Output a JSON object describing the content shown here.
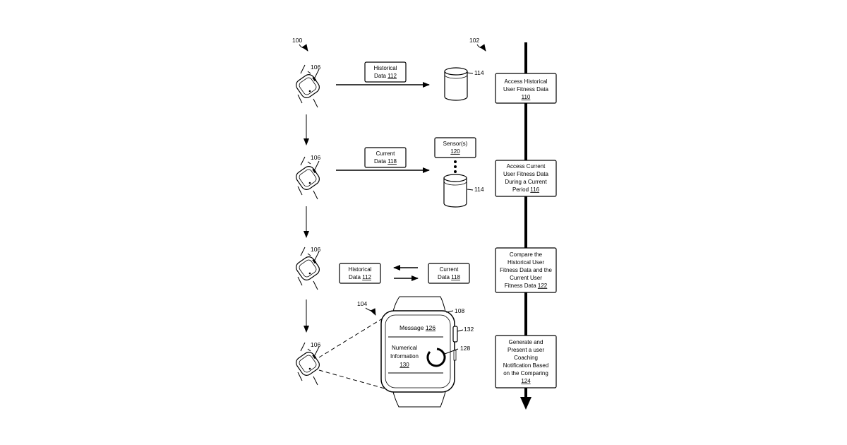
{
  "refs": {
    "r100": "100",
    "r102": "102",
    "r104": "104",
    "r106": "106",
    "r108": "108",
    "r114": "114",
    "r128": "128",
    "r132": "132"
  },
  "row1": {
    "hist_line1": "Historical",
    "hist_line2": "Data",
    "hist_num": "112"
  },
  "row2": {
    "cur_line1": "Current",
    "cur_line2": "Data",
    "cur_num": "118",
    "sensor_line1": "Sensor(s)",
    "sensor_num": "120"
  },
  "row3": {
    "hist_line1": "Historical",
    "hist_line2": "Data",
    "hist_num": "112",
    "cur_line1": "Current",
    "cur_line2": "Data",
    "cur_num": "118"
  },
  "watch": {
    "message_label": "Message",
    "message_num": "126",
    "numerical_line1": "Numerical",
    "numerical_line2": "Information",
    "numerical_num": "130"
  },
  "flow": {
    "step1": {
      "line1": "Access Historical",
      "line2": "User Fitness Data",
      "num": "110"
    },
    "step2": {
      "line1": "Access Current",
      "line2": "User Fitness Data",
      "line3": "During a Current",
      "line4": "Period",
      "num": "116"
    },
    "step3": {
      "line1": "Compare the",
      "line2": "Historical User",
      "line3": "Fitness Data and the",
      "line4": "Current User",
      "line5": "Fitness Data",
      "num": "122"
    },
    "step4": {
      "line1": "Generate and",
      "line2": "Present a user",
      "line3": "Coaching",
      "line4": "Notification Based",
      "line5": "on the Comparing",
      "num": "124"
    }
  }
}
